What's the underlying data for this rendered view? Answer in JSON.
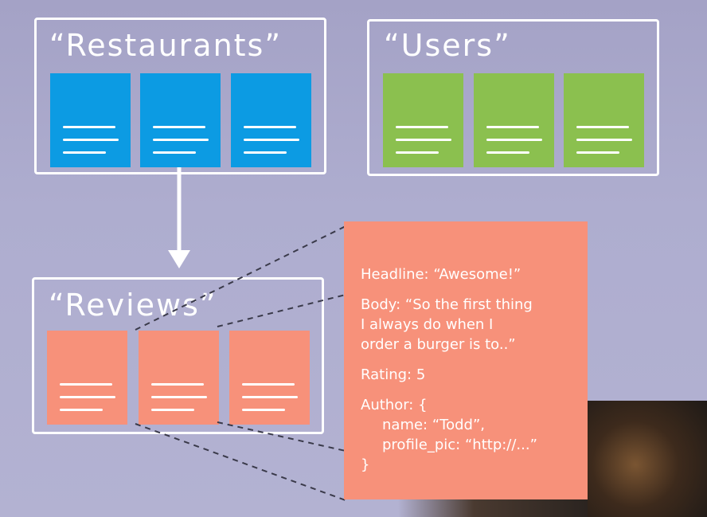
{
  "collections": {
    "restaurants": {
      "title": "“Restaurants”",
      "color": "#0c9be3"
    },
    "users": {
      "title": "“Users”",
      "color": "#8bc04f"
    },
    "reviews": {
      "title": "“Reviews”",
      "color": "#f7917a"
    }
  },
  "review_detail": {
    "headline": "Headline: “Awesome!”",
    "body_line1": "Body: “So the first thing",
    "body_line2": "I always do when I",
    "body_line3": "order a burger is to..”",
    "rating": "Rating: 5",
    "author_open": "Author: {",
    "author_name": "name: “Todd”,",
    "author_pic": "profile_pic: “http://...”",
    "author_close": "}"
  }
}
